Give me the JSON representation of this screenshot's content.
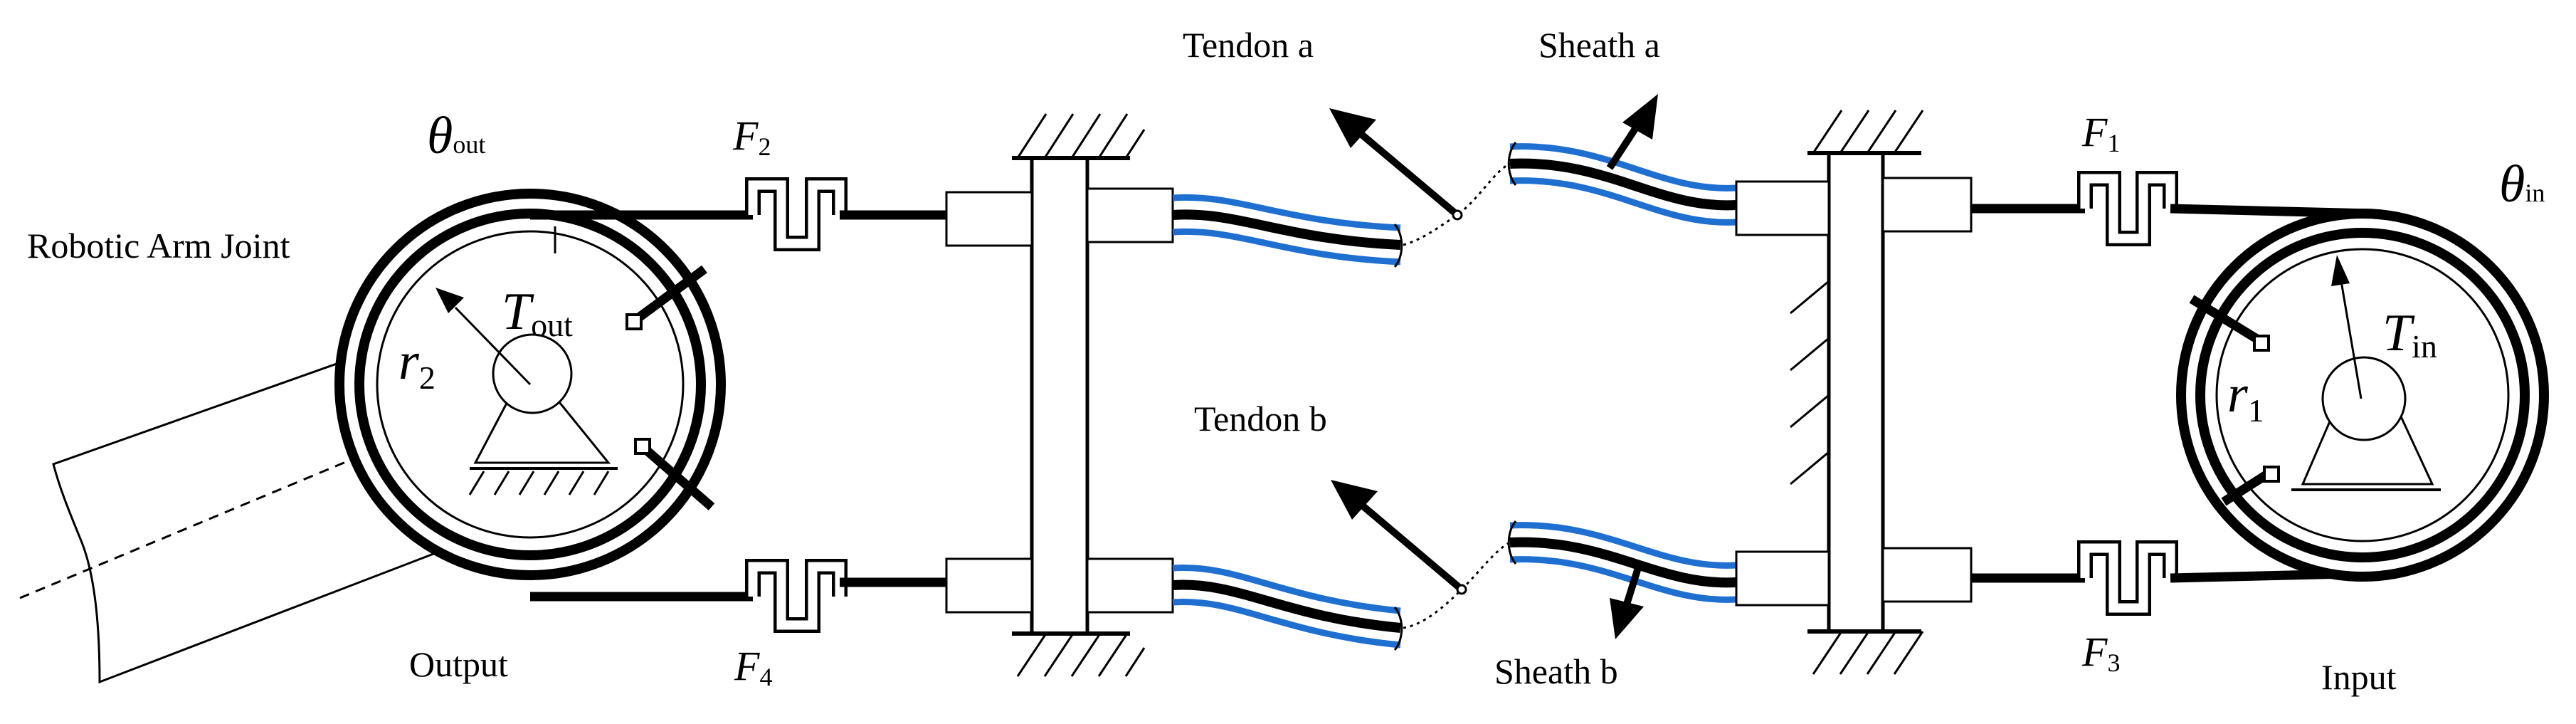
{
  "labels": {
    "robotic_arm_joint": "Robotic Arm Joint",
    "output": "Output",
    "input": "Input",
    "tendon_a": "Tendon a",
    "tendon_b": "Tendon b",
    "sheath_a": "Sheath a",
    "sheath_b": "Sheath b"
  },
  "symbols": {
    "theta": "θ",
    "theta_out_sub": "out",
    "theta_in_sub": "in",
    "T": "T",
    "T_out_sub": "out",
    "T_in_sub": "in",
    "r": "r",
    "r2_sub": "2",
    "r1_sub": "1",
    "F": "F",
    "F1_sub": "1",
    "F2_sub": "2",
    "F3_sub": "3",
    "F4_sub": "4"
  },
  "colors": {
    "line": "#000000",
    "sheath": "#1f6fd1"
  }
}
